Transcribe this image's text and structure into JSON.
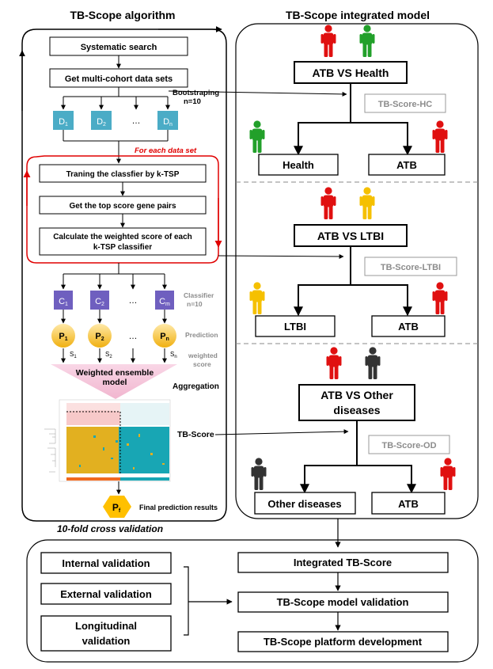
{
  "titles": {
    "left": "TB-Scope algorithm",
    "right": "TB-Scope integrated model"
  },
  "algorithm": {
    "systematic_search": "Systematic search",
    "multi_cohort": "Get multi-cohort data sets",
    "bootstrapping": "Bootstraping",
    "bootstrap_n": "n=10",
    "datasets": [
      "D",
      "D",
      "…",
      "D"
    ],
    "dataset_subs": [
      "1",
      "2",
      "",
      "n"
    ],
    "for_each": "For each  data set",
    "train": "Traning the classfier by k-TSP",
    "top_pairs": "Get the top score gene pairs",
    "calc_line1": "Calculate the weighted score of each",
    "calc_line2": "k-TSP classifier",
    "classifiers": [
      "C",
      "C",
      "…",
      "C"
    ],
    "classifier_subs": [
      "1",
      "2",
      "",
      "m"
    ],
    "classifier_label": "Classifier",
    "classifier_n": "n=10",
    "predictions": [
      "P",
      "P",
      "…",
      "P"
    ],
    "prediction_subs": [
      "1",
      "2",
      "",
      "n"
    ],
    "prediction_label": "Prediction",
    "weights": [
      "S",
      "S",
      "S"
    ],
    "weight_subs": [
      "1",
      "2",
      "n"
    ],
    "weighted_label1": "weighted",
    "weighted_label2": "score",
    "ensemble_line1": "Weighted ensemble",
    "ensemble_line2": "model",
    "aggregation": "Aggregation",
    "tb_score": "TB-Score",
    "final_symbol": "P",
    "final_sub": "f",
    "final_label": "Final prediction results",
    "cv": "10-fold cross validation"
  },
  "model": {
    "section1": {
      "compare": "ATB VS Health",
      "score": "TB-Score-HC",
      "left": "Health",
      "right": "ATB"
    },
    "section2": {
      "compare": "ATB VS LTBI",
      "score": "TB-Score-LTBI",
      "left": "LTBI",
      "right": "ATB"
    },
    "section3": {
      "compare_line1": "ATB VS Other",
      "compare_line2": "diseases",
      "score": "TB-Score-OD",
      "left": "Other diseases",
      "right": "ATB"
    }
  },
  "validation": {
    "internal": "Internal validation",
    "external": "External validation",
    "longitudinal_line1": "Longitudinal",
    "longitudinal_line2": "validation",
    "integrated": "Integrated TB-Score",
    "model_validation": "TB-Scope model validation",
    "platform": "TB-Scope platform development"
  },
  "colors": {
    "teal_box": "#4bacc6",
    "purple_box": "#6f5fbf",
    "prediction_circle": "#f2b720",
    "final_hex": "#ffc000",
    "red_loop": "#e00000",
    "red_person": "#e01010",
    "green_person": "#22a02a",
    "yellow_person": "#f5c000",
    "dark_person": "#333333",
    "heatmap_gold": "#e2b020",
    "heatmap_cyan": "#18a6b4",
    "ensemble_pink": "#f5c8dd"
  }
}
